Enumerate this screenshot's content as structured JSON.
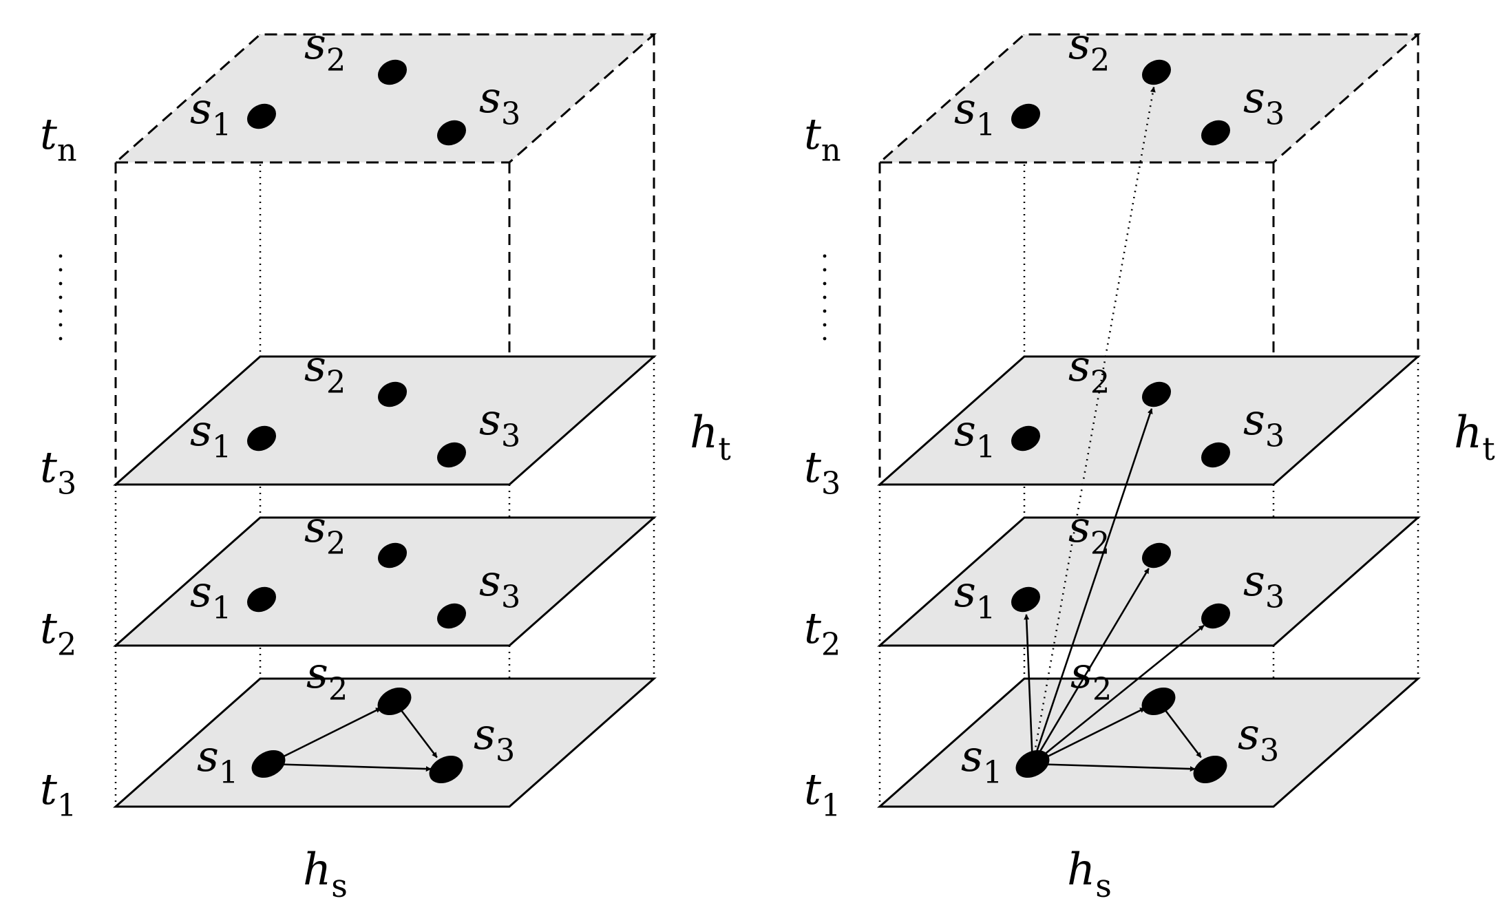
{
  "panels": [
    {
      "id": "left",
      "layers": [
        {
          "id": "tn",
          "t_label": "t",
          "t_sub": "n",
          "style": "dashed",
          "nodes": [
            {
              "id": "s1",
              "label": "s",
              "sub": "1"
            },
            {
              "id": "s2",
              "label": "s",
              "sub": "2"
            },
            {
              "id": "s3",
              "label": "s",
              "sub": "3"
            }
          ]
        },
        {
          "id": "t3",
          "t_label": "t",
          "t_sub": "3",
          "style": "solid",
          "nodes": [
            {
              "id": "s1",
              "label": "s",
              "sub": "1"
            },
            {
              "id": "s2",
              "label": "s",
              "sub": "2"
            },
            {
              "id": "s3",
              "label": "s",
              "sub": "3"
            }
          ]
        },
        {
          "id": "t2",
          "t_label": "t",
          "t_sub": "2",
          "style": "solid",
          "nodes": [
            {
              "id": "s1",
              "label": "s",
              "sub": "1"
            },
            {
              "id": "s2",
              "label": "s",
              "sub": "2"
            },
            {
              "id": "s3",
              "label": "s",
              "sub": "3"
            }
          ]
        },
        {
          "id": "t1",
          "t_label": "t",
          "t_sub": "1",
          "style": "solid",
          "nodes": [
            {
              "id": "s1",
              "label": "s",
              "sub": "1"
            },
            {
              "id": "s2",
              "label": "s",
              "sub": "2"
            },
            {
              "id": "s3",
              "label": "s",
              "sub": "3"
            }
          ]
        }
      ],
      "edges": [
        {
          "from": [
            "t1",
            "s1"
          ],
          "to": [
            "t1",
            "s2"
          ],
          "style": "solid"
        },
        {
          "from": [
            "t1",
            "s1"
          ],
          "to": [
            "t1",
            "s3"
          ],
          "style": "solid"
        },
        {
          "from": [
            "t1",
            "s2"
          ],
          "to": [
            "t1",
            "s3"
          ],
          "style": "solid"
        }
      ],
      "hs_label": {
        "text": "h",
        "sub": "s"
      },
      "ht_label": {
        "text": "h",
        "sub": "t"
      }
    },
    {
      "id": "right",
      "layers": [
        {
          "id": "tn",
          "t_label": "t",
          "t_sub": "n",
          "style": "dashed",
          "nodes": [
            {
              "id": "s1",
              "label": "s",
              "sub": "1"
            },
            {
              "id": "s2",
              "label": "s",
              "sub": "2"
            },
            {
              "id": "s3",
              "label": "s",
              "sub": "3"
            }
          ]
        },
        {
          "id": "t3",
          "t_label": "t",
          "t_sub": "3",
          "style": "solid",
          "nodes": [
            {
              "id": "s1",
              "label": "s",
              "sub": "1"
            },
            {
              "id": "s2",
              "label": "s",
              "sub": "2"
            },
            {
              "id": "s3",
              "label": "s",
              "sub": "3"
            }
          ]
        },
        {
          "id": "t2",
          "t_label": "t",
          "t_sub": "2",
          "style": "solid",
          "nodes": [
            {
              "id": "s1",
              "label": "s",
              "sub": "1"
            },
            {
              "id": "s2",
              "label": "s",
              "sub": "2"
            },
            {
              "id": "s3",
              "label": "s",
              "sub": "3"
            }
          ]
        },
        {
          "id": "t1",
          "t_label": "t",
          "t_sub": "1",
          "style": "solid",
          "nodes": [
            {
              "id": "s1",
              "label": "s",
              "sub": "1"
            },
            {
              "id": "s2",
              "label": "s",
              "sub": "2"
            },
            {
              "id": "s3",
              "label": "s",
              "sub": "3"
            }
          ]
        }
      ],
      "edges": [
        {
          "from": [
            "t1",
            "s1"
          ],
          "to": [
            "t1",
            "s2"
          ],
          "style": "solid"
        },
        {
          "from": [
            "t1",
            "s1"
          ],
          "to": [
            "t1",
            "s3"
          ],
          "style": "solid"
        },
        {
          "from": [
            "t1",
            "s2"
          ],
          "to": [
            "t1",
            "s3"
          ],
          "style": "solid"
        },
        {
          "from": [
            "t1",
            "s1"
          ],
          "to": [
            "t2",
            "s1"
          ],
          "style": "solid"
        },
        {
          "from": [
            "t1",
            "s1"
          ],
          "to": [
            "t2",
            "s2"
          ],
          "style": "solid"
        },
        {
          "from": [
            "t1",
            "s1"
          ],
          "to": [
            "t2",
            "s3"
          ],
          "style": "solid"
        },
        {
          "from": [
            "t1",
            "s1"
          ],
          "to": [
            "t3",
            "s2"
          ],
          "style": "solid"
        },
        {
          "from": [
            "t1",
            "s1"
          ],
          "to": [
            "tn",
            "s2"
          ],
          "style": "dotted"
        }
      ],
      "hs_label": {
        "text": "h",
        "sub": "s"
      },
      "ht_label": {
        "text": "h",
        "sub": "t"
      }
    }
  ],
  "colors": {
    "plane_fill": "#e6e6e6",
    "stroke": "#000000",
    "node": "#000000"
  }
}
